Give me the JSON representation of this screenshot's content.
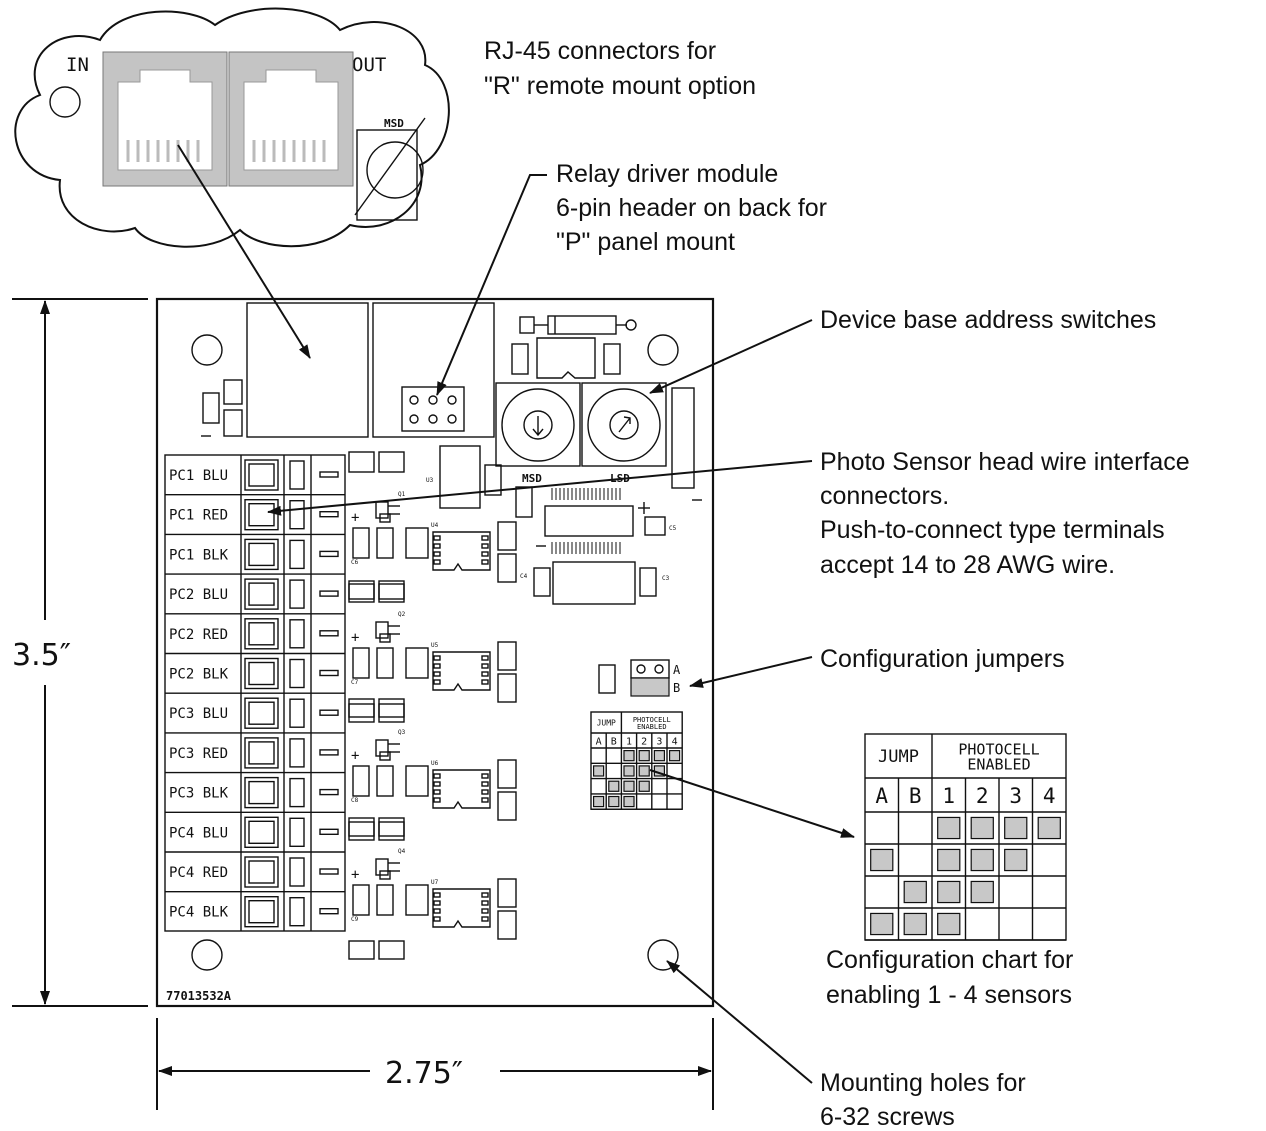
{
  "callouts": {
    "rj45_line1": "RJ-45 connectors for",
    "rj45_line2": "\"R\" remote mount option",
    "relay_line1": "Relay driver module",
    "relay_line2": "6-pin header on back for",
    "relay_line3": "\"P\" panel mount",
    "address_line1": "Device base address switches",
    "photo_line1": "Photo Sensor head wire interface",
    "photo_line2": "connectors.",
    "photo_line3": "Push-to-connect type terminals",
    "photo_line4": "accept 14 to 28 AWG wire.",
    "jumpers_line1": "Configuration jumpers",
    "chart_line1": "Configuration chart for",
    "chart_line2": "enabling 1 - 4 sensors",
    "mounting_line1": "Mounting holes for",
    "mounting_line2": "6-32 screws"
  },
  "cloud": {
    "in_label": "IN",
    "out_label": "OUT",
    "msd_label": "MSD"
  },
  "dimensions": {
    "height": "3.5″",
    "width": "2.75″"
  },
  "board": {
    "part_number": "77013532A",
    "msd_label": "MSD",
    "lsd_label": "LSD",
    "jumper_a": "A",
    "jumper_b": "B",
    "terminals": [
      "PC1 BLU",
      "PC1 RED",
      "PC1 BLK",
      "PC2 BLU",
      "PC2 RED",
      "PC2 BLK",
      "PC3 BLU",
      "PC3 RED",
      "PC3 BLK",
      "PC4 BLU",
      "PC4 RED",
      "PC4 BLK"
    ],
    "components": {
      "u3": "U3",
      "u4": "U4",
      "u5": "U5",
      "u6": "U6",
      "u7": "U7",
      "c3": "C3",
      "c4": "C4",
      "c5": "C5",
      "c6": "C6",
      "c7": "C7",
      "c8": "C8",
      "c9": "C9",
      "q1": "Q1",
      "q2": "Q2",
      "q3": "Q3",
      "q4": "Q4"
    }
  },
  "config_chart": {
    "jump_header": "JUMP",
    "photocell_header_line1": "PHOTOCELL",
    "photocell_header_line2": "ENABLED",
    "columns": [
      "A",
      "B",
      "1",
      "2",
      "3",
      "4"
    ],
    "rows": [
      [
        0,
        0,
        1,
        1,
        1,
        1
      ],
      [
        1,
        0,
        1,
        1,
        1,
        0
      ],
      [
        0,
        1,
        1,
        1,
        0,
        0
      ],
      [
        1,
        1,
        1,
        0,
        0,
        0
      ]
    ]
  }
}
